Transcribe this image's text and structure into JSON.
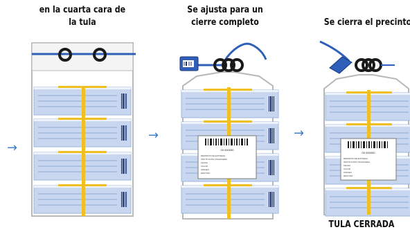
{
  "steps": [
    {
      "caption_lines": [
        "en la cuarta cara de",
        "la tula"
      ],
      "arrow_in": "→",
      "icon": "bag-with-open-seal-icon"
    },
    {
      "caption_lines": [
        "Se ajusta para un",
        "cierre completo"
      ],
      "arrow_in": "→",
      "icon": "seal-tightening-icon"
    },
    {
      "caption_lines": [
        "Se cierra el precinto"
      ],
      "arrow_in": "→",
      "icon": "sealed-bag-icon",
      "bottom_label": "TULA CERRADA"
    }
  ],
  "label_card": {
    "number": "00 000000",
    "lines": [
      "REMISIÓN DE ENTREGA",
      "INSTITUCIÓN FINANCIERA",
      "FECHA",
      "VALOR",
      "ORIGEN",
      "DESTINO"
    ]
  },
  "colors": {
    "accent_blue": "#2f5fb8",
    "bag_outline": "#b8b8b8",
    "panel_fill": "#c8d7ef",
    "strap_yellow": "#f0c020",
    "arrow_blue": "#3f7fd0"
  }
}
